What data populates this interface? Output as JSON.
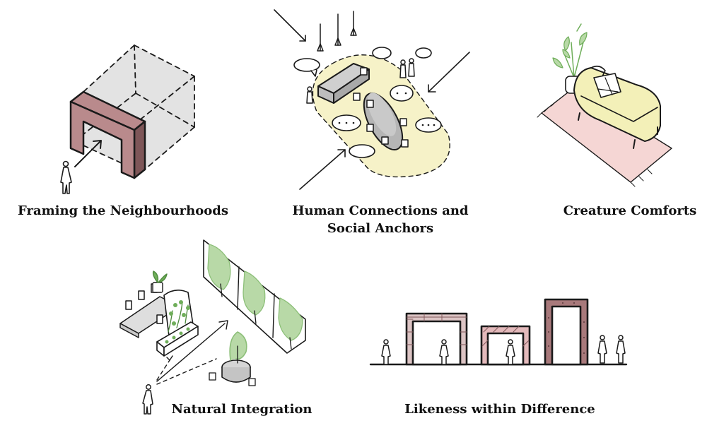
{
  "colors": {
    "ink": "#1a1a1a",
    "brick": "#b98a8c",
    "box_fill": "#e3e3e3",
    "yellow": "#f6f2c8",
    "bench": "#c9c9c9",
    "rug": "#f5d6d4",
    "sofa": "#f3f0b8",
    "green": "#b8d9a7",
    "leaf": "#6fae5a"
  },
  "captions": {
    "framing": "Framing the Neighbourhoods",
    "human_line1": "Human Connections and",
    "human_line2": "Social Anchors",
    "creature": "Creature Comforts",
    "natural": "Natural Integration",
    "likeness": "Likeness within Difference"
  }
}
